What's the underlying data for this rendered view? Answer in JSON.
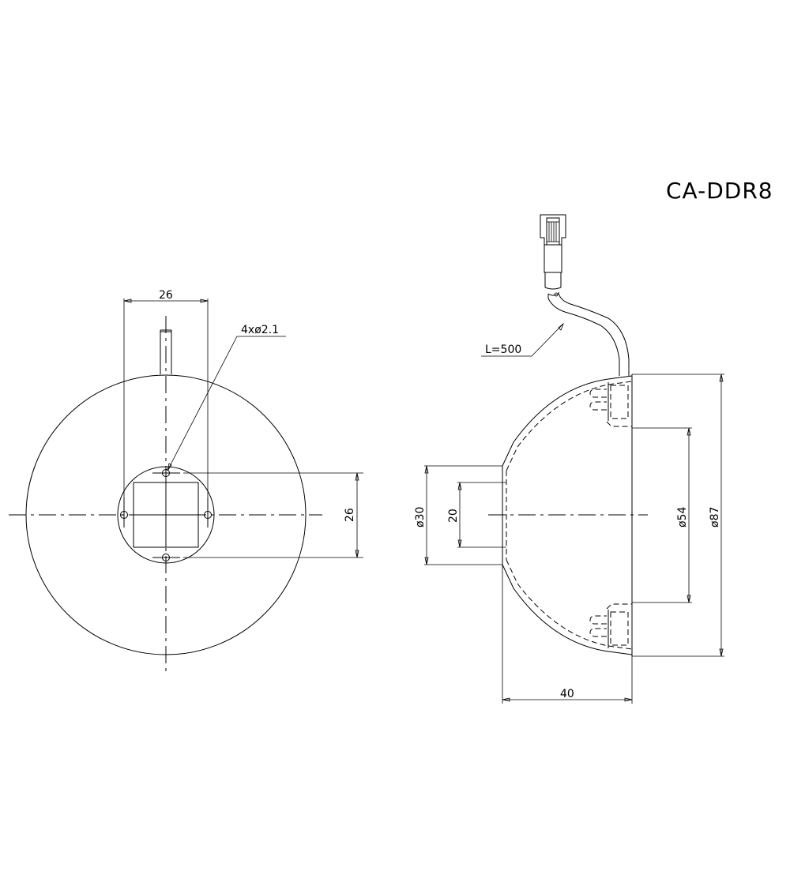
{
  "drawing": {
    "model": "CA-DDR8",
    "background": "#ffffff",
    "line_color": "#000000"
  },
  "front_view": {
    "dim_top_width": "26",
    "dim_right_height": "26",
    "hole_callout": "4xø2.1"
  },
  "side_view": {
    "cable_length": "L=500",
    "dim_front_diameter": "ø30",
    "dim_window": "20",
    "dim_inner_diameter": "ø54",
    "dim_outer_diameter": "ø87",
    "dim_depth": "40"
  }
}
